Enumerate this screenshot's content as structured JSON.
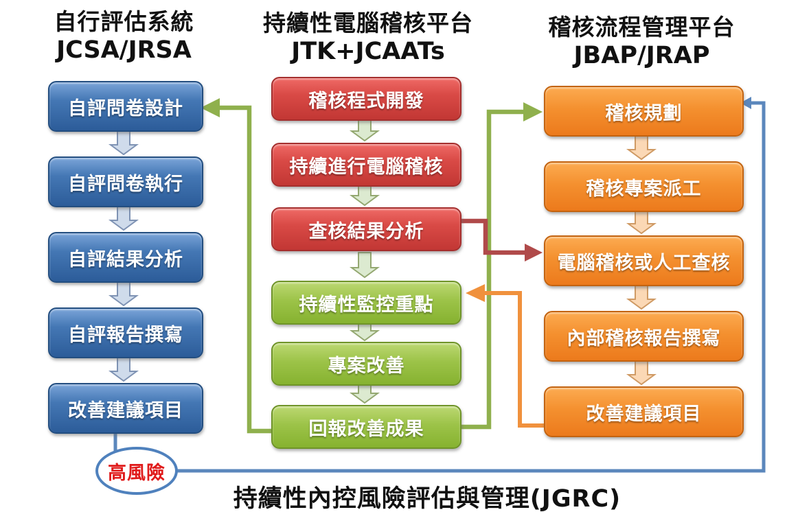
{
  "columns": [
    {
      "title": "自行評估系統",
      "subtitle": "JCSA/JRSA",
      "box_color": "#3f6fae",
      "boxes": [
        "自評問卷設計",
        "自評問卷執行",
        "自評結果分析",
        "自評報告撰寫",
        "改善建議項目"
      ]
    },
    {
      "title": "持續性電腦稽核平台",
      "subtitle": "JTK+JCAATs",
      "box_colors": {
        "red": "#cb4a47",
        "green": "#9bc04a"
      },
      "boxes": [
        "稽核程式開發",
        "持續進行電腦稽核",
        "查核結果分析",
        "持續性監控重點",
        "專案改善",
        "回報改善成果"
      ]
    },
    {
      "title": "稽核流程管理平台",
      "subtitle": "JBAP/JRAP",
      "box_color": "#f08c2e",
      "boxes": [
        "稽核規劃",
        "稽核專案派工",
        "電腦稽核或人工查核",
        "內部稽核報告撰寫",
        "改善建議項目"
      ]
    }
  ],
  "badge": {
    "label": "高風險",
    "text_color": "#e01b1b",
    "border_color": "#4f81bd"
  },
  "footer": {
    "title": "持續性內控風險評估與管理(JGRC)"
  },
  "connectors": [
    {
      "from": "回報改善成果",
      "to": "自評問卷設計",
      "color": "#8fb04d"
    },
    {
      "from": "回報改善成果",
      "to": "稽核規劃",
      "color": "#8fb04d"
    },
    {
      "from": "查核結果分析",
      "to": "電腦稽核或人工查核",
      "color": "#b04a4a"
    },
    {
      "from": "改善建議項目(稽核流程)",
      "to": "持續性監控重點",
      "color": "#f0913d"
    },
    {
      "from": "改善建議項目(自評)",
      "via": "高風險",
      "to": "稽核規劃",
      "color": "#5b87bc"
    }
  ]
}
